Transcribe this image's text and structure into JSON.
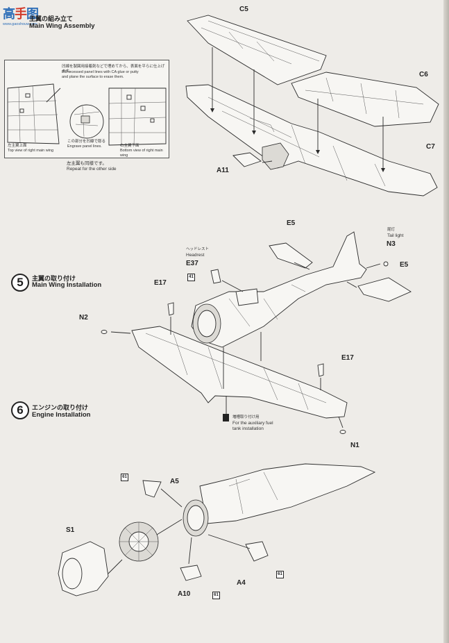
{
  "watermark": {
    "text_blue": "高",
    "text_red": "手",
    "text_blue2": "图",
    "url": "www.gaoshouw.com"
  },
  "step4": {
    "title_jp": "主翼の組み立て",
    "title_en": "Main Wing Assembly"
  },
  "inset": {
    "note_jp": "凹線を製図用接着剤などで埋めてから、表面を平らに仕上げます。",
    "note_en1": "Fill recessed panel lines with CA glue or putty",
    "note_en2": "and plane the surface to erase them.",
    "caption_left_jp": "左主翼上面",
    "caption_left_en": "Top view of right main wing",
    "caption_mid_jp": "この部分を凹線で彫る",
    "caption_mid_en": "Engrave panel lines.",
    "caption_right_jp": "右主翼下面",
    "caption_right_en": "Bottom view of right main wing",
    "repeat_jp": "左主翼も同様です。",
    "repeat_en": "Repeat for the other side"
  },
  "parts": {
    "c5": "C5",
    "c6": "C6",
    "c7": "C7",
    "a11": "A11",
    "e5a": "E5",
    "e5b": "E5",
    "n3": "N3",
    "e37": "E37",
    "e17a": "E17",
    "e17b": "E17",
    "n2": "N2",
    "n1": "N1",
    "a5": "A5",
    "s1": "S1",
    "a4": "A4",
    "a10": "A10"
  },
  "labels": {
    "tail_light_jp": "尾灯",
    "tail_light_en": "Tail light",
    "headrest_jp": "ヘッドレスト",
    "headrest_en": "Headrest",
    "tank_jp": "増槽取り付け用",
    "tank_en1": "For the auxiliary fuel",
    "tank_en2": "tank installation"
  },
  "glue_code": "61",
  "glue_code_41": "41",
  "step5": {
    "num": "5",
    "title_jp": "主翼の取り付け",
    "title_en": "Main Wing Installation"
  },
  "step6": {
    "num": "6",
    "title_jp": "エンジンの取り付け",
    "title_en": "Engine Installation"
  }
}
